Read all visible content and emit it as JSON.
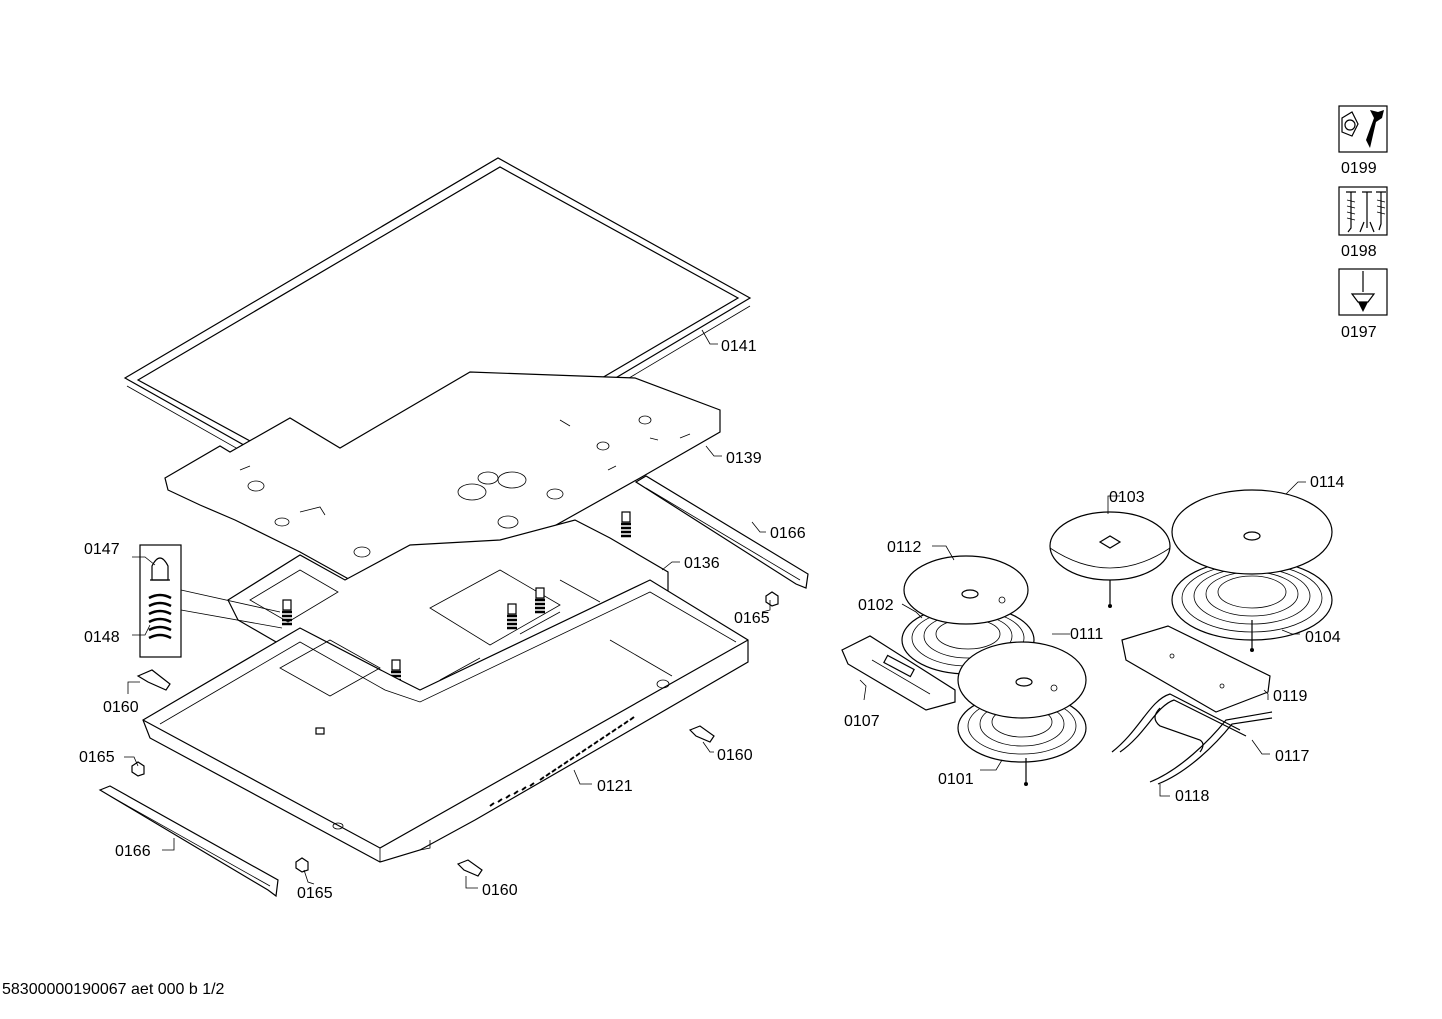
{
  "document_code": "58300000190067 aet 000 b 1/2",
  "legend": [
    {
      "label": "0199",
      "icon": "tool-wrench-icon"
    },
    {
      "label": "0198",
      "icon": "screws-icon"
    },
    {
      "label": "0197",
      "icon": "screw-driver-icon"
    }
  ],
  "parts": {
    "p0141": "0141",
    "p0139": "0139",
    "p0166a": "0166",
    "p0136": "0136",
    "p0165a": "0165",
    "p0147": "0147",
    "p0148": "0148",
    "p0160a": "0160",
    "p0160b": "0160",
    "p0165b": "0165",
    "p0121": "0121",
    "p0166b": "0166",
    "p0165c": "0165",
    "p0160c": "0160",
    "p0103": "0103",
    "p0114": "0114",
    "p0112": "0112",
    "p0102": "0102",
    "p0111": "0111",
    "p0104": "0104",
    "p0107": "0107",
    "p0119": "0119",
    "p0101": "0101",
    "p0117": "0117",
    "p0118": "0118"
  }
}
